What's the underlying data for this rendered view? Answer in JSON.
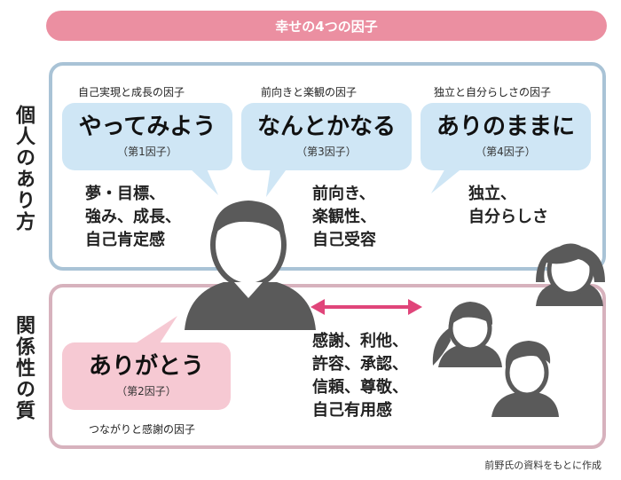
{
  "title": "幸せの4つの因子",
  "side_labels": {
    "individual": "個人のあり方",
    "relationship": "関係性の質"
  },
  "factors": [
    {
      "label": "自己実現と成長の因子",
      "name": "やってみよう",
      "number": "（第1因子）",
      "keywords": [
        "夢・目標、",
        "強み、成長、",
        "自己肯定感"
      ]
    },
    {
      "label": "前向きと楽観の因子",
      "name": "なんとかなる",
      "number": "（第3因子）",
      "keywords": [
        "前向き、",
        "楽観性、",
        "自己受容"
      ]
    },
    {
      "label": "独立と自分らしさの因子",
      "name": "ありのままに",
      "number": "（第4因子）",
      "keywords": [
        "独立、",
        "自分らしさ"
      ]
    },
    {
      "label": "つながりと感謝の因子",
      "name": "ありがとう",
      "number": "（第2因子）",
      "keywords": [
        "感謝、利他、",
        "許容、承認、",
        "信頼、尊敬、",
        "自己有用感"
      ]
    }
  ],
  "credit": "前野氏の資料をもとに作成",
  "colors": {
    "title_bar": "#eb8fa1",
    "blue_border": "#a9c3d6",
    "pink_border": "#d7b2bd",
    "blue_bubble": "#cfe6f5",
    "pink_bubble": "#f6c9d3",
    "person": "#5a5a5a",
    "arrow": "#e0457a"
  },
  "icons": [
    "person-icon",
    "double-arrow-icon"
  ]
}
